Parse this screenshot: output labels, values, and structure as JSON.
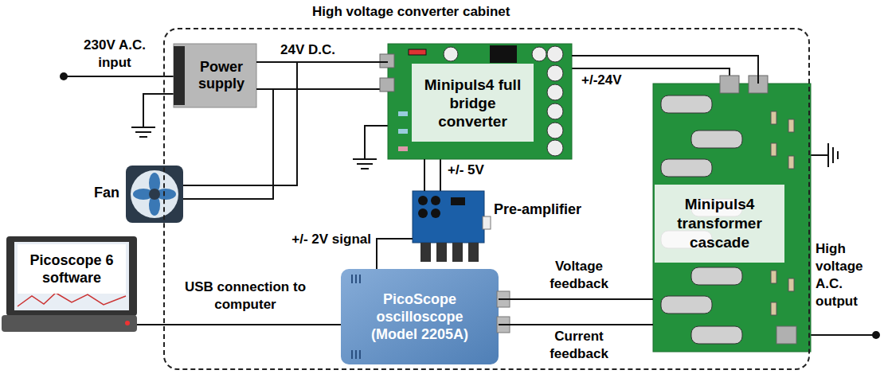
{
  "diagram": {
    "title": "High voltage converter cabinet",
    "nodes": [
      {
        "text": [
          "High voltage converter cabinet"
        ]
      },
      {
        "text": [
          "Power supply"
        ],
        "in": 0
      },
      {
        "text": [
          "Minipuls4 full bridge converter"
        ],
        "in": 0
      },
      {
        "text": [
          "Fan"
        ],
        "in": 0
      },
      {
        "text": [
          "Pre-amplifier"
        ],
        "in": 0
      },
      {
        "text": [
          "PicoScope oscilloscope (Model 2205A)"
        ],
        "in": 0
      },
      {
        "text": [
          "Minipuls4 transformer cascade"
        ],
        "in": 0
      },
      {
        "text": [
          "Picoscope 6 software"
        ]
      }
    ],
    "edges": [
      {
        "from": 1,
        "to": 2,
        "label": "24V D.C.",
        "arrow": "none"
      },
      {
        "from": 1,
        "to": 3,
        "arrow": "none"
      },
      {
        "from": 2,
        "to": 6,
        "label": "+/-24V",
        "arrow": "none"
      },
      {
        "from": 2,
        "to": 4,
        "label": "+/- 5V",
        "arrow": "none"
      },
      {
        "from": 4,
        "to": 5,
        "label": "+/- 2V signal",
        "arrow": "none"
      },
      {
        "from": 5,
        "to": 6,
        "label": "Voltage feedback",
        "arrow": "none"
      },
      {
        "from": 5,
        "to": 6,
        "label": "Current feedback",
        "arrow": "none"
      },
      {
        "from": 7,
        "to": 5,
        "label": "USB connection to computer",
        "arrow": "none"
      }
    ],
    "labels": [
      "230V A.C. input",
      "High voltage A.C. output"
    ]
  }
}
